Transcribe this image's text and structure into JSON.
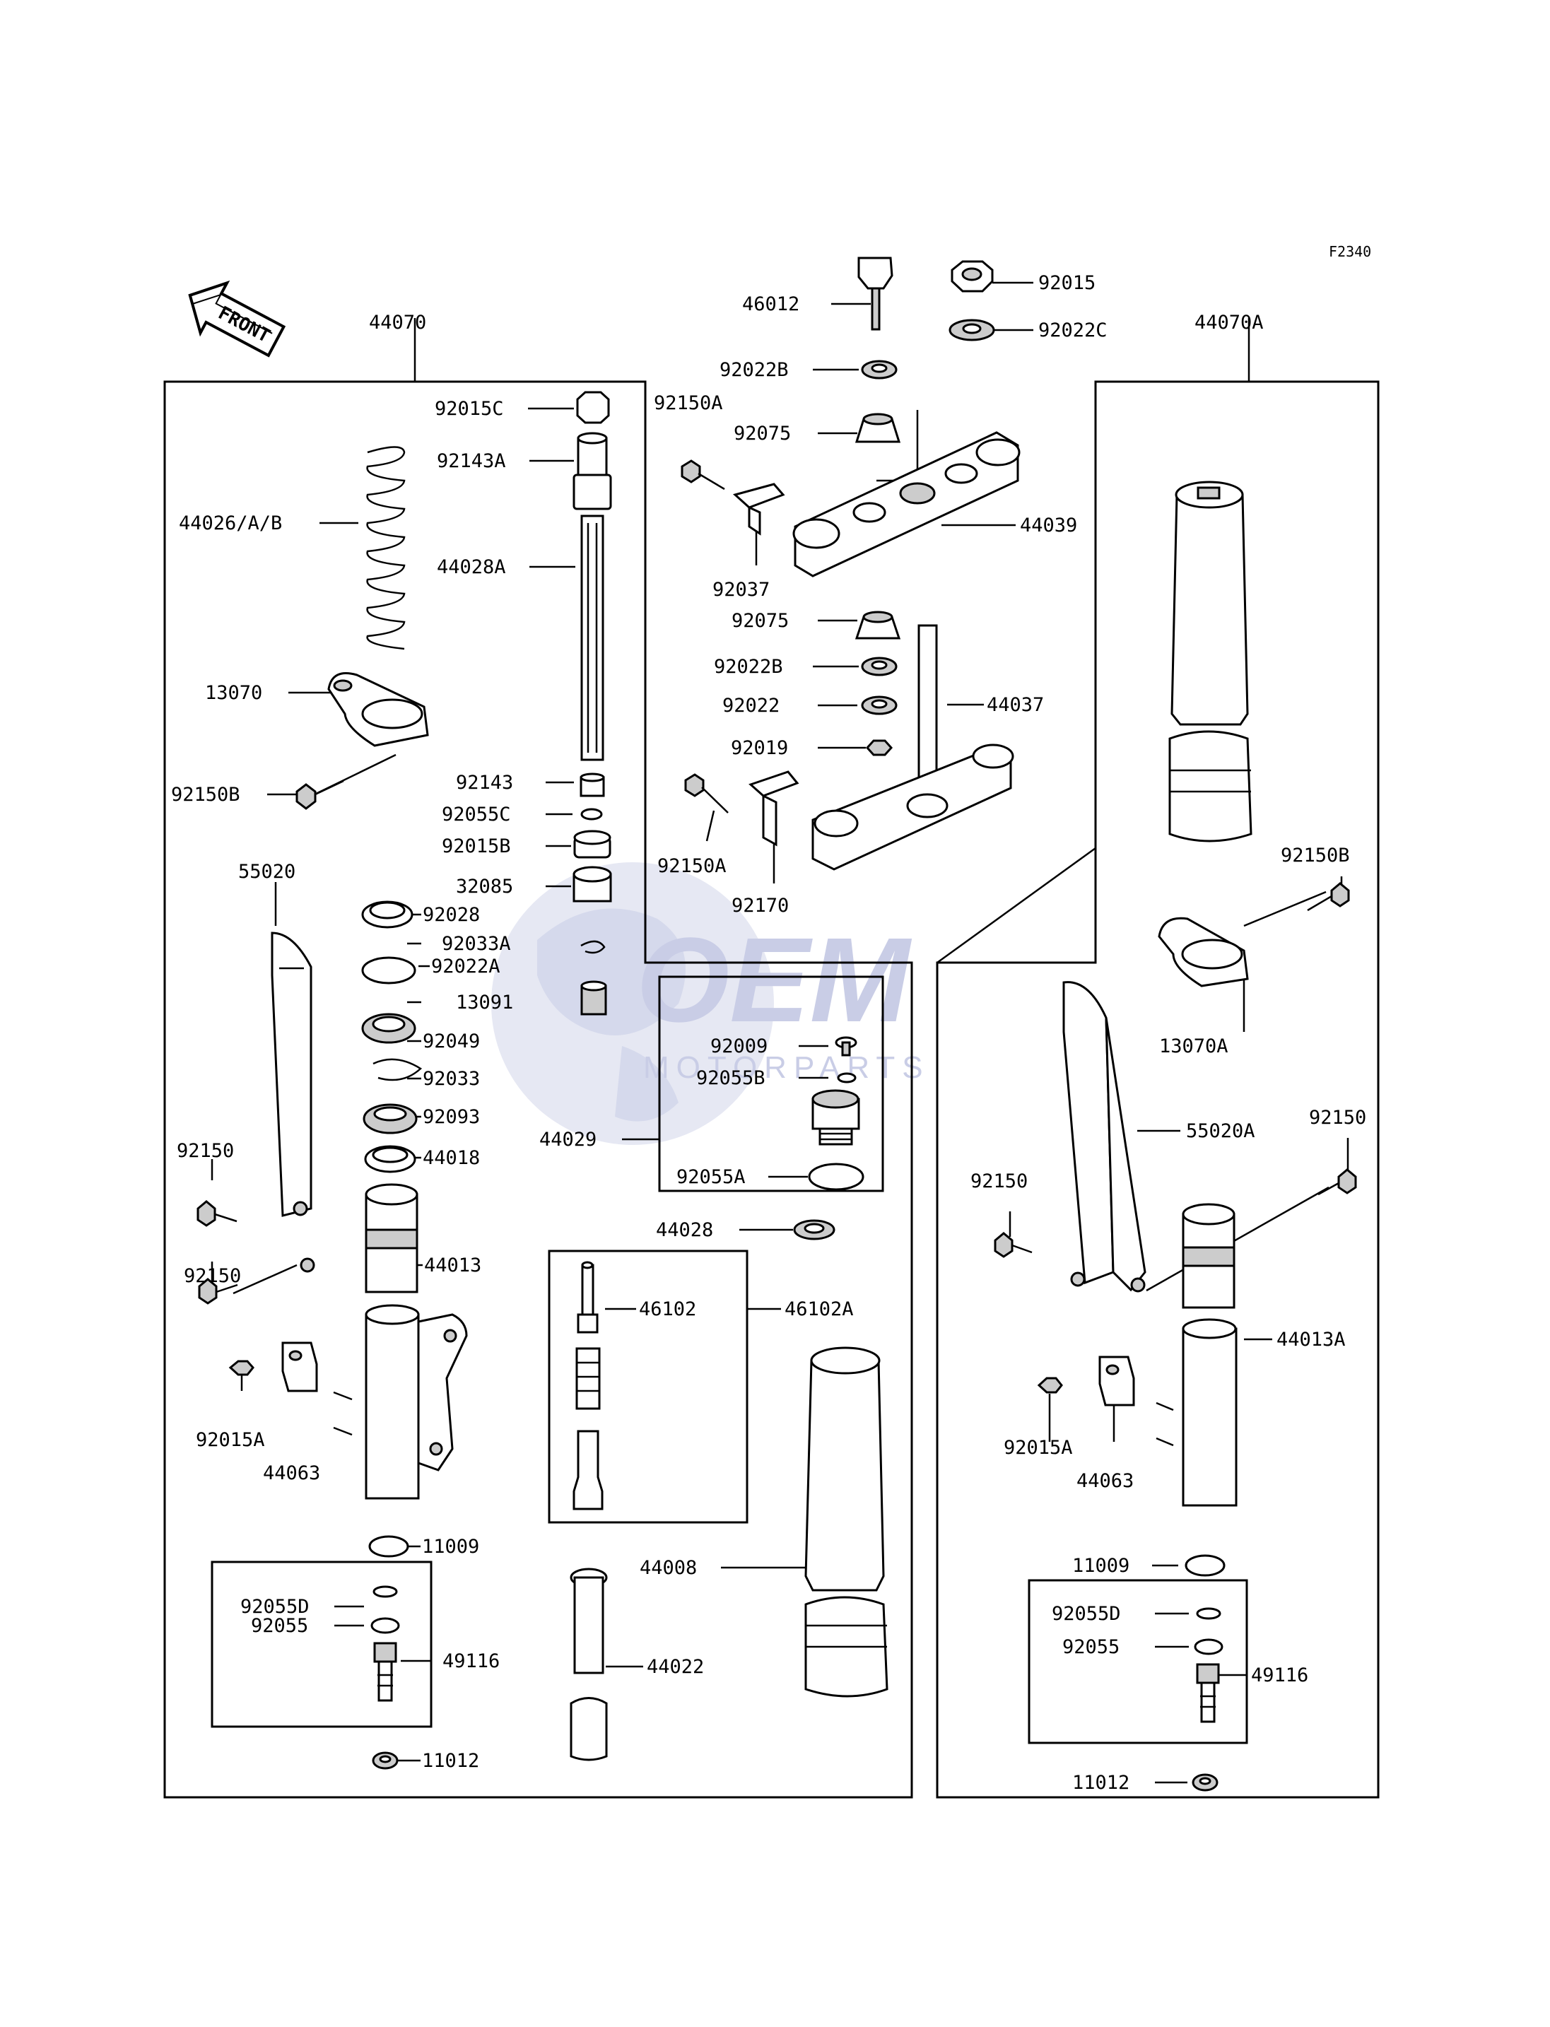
{
  "figure_code": "F2340",
  "front_label": "FRONT",
  "watermark": {
    "brand": "OEM",
    "tagline": "MOTORPARTS"
  },
  "parts": {
    "p46012": "46012",
    "p92015": "92015",
    "p92022C": "92022C",
    "p92022B_top": "92022B",
    "p92150A_top": "92150A",
    "p92075_top": "92075",
    "p44039": "44039",
    "p92037": "92037",
    "p92075_bot": "92075",
    "p92022B_bot": "92022B",
    "p92022": "92022",
    "p92019": "92019",
    "p44037": "44037",
    "p92150A_bot": "92150A",
    "p92170": "92170",
    "p44070": "44070",
    "p92015C": "92015C",
    "p92143A": "92143A",
    "p44026AB": "44026/A/B",
    "p44028A": "44028A",
    "p13070": "13070",
    "p92150B_left": "92150B",
    "p92143": "92143",
    "p92055C": "92055C",
    "p92015B": "92015B",
    "p32085": "32085",
    "p55020": "55020",
    "p92028": "92028",
    "p92033A": "92033A",
    "p92022A": "92022A",
    "p13091": "13091",
    "p92049": "92049",
    "p92033": "92033",
    "p92093": "92093",
    "p44018": "44018",
    "p92150_left1": "92150",
    "p92150_left2": "92150",
    "p44013": "44013",
    "p92015A_left": "92015A",
    "p44063_left": "44063",
    "p11009_left": "11009",
    "p92055D_left": "92055D",
    "p92055_left": "92055",
    "p49116_left": "49116",
    "p11012_left": "11012",
    "p92009": "92009",
    "p92055B": "92055B",
    "p44029": "44029",
    "p92055A": "92055A",
    "p44028": "44028",
    "p46102": "46102",
    "p46102A": "46102A",
    "p44008": "44008",
    "p44022": "44022",
    "p44070A": "44070A",
    "p92150B_right": "92150B",
    "p13070A": "13070A",
    "p55020A": "55020A",
    "p92150_right1": "92150",
    "p92150_right2": "92150",
    "p44013A": "44013A",
    "p92015A_right": "92015A",
    "p44063_right": "44063",
    "p11009_right": "11009",
    "p92055D_right": "92055D",
    "p92055_right": "92055",
    "p49116_right": "49116",
    "p11012_right": "11012"
  },
  "colors": {
    "line": "#000000",
    "shade": "#cccccc",
    "watermark": "#c9cde6",
    "background": "#ffffff"
  }
}
